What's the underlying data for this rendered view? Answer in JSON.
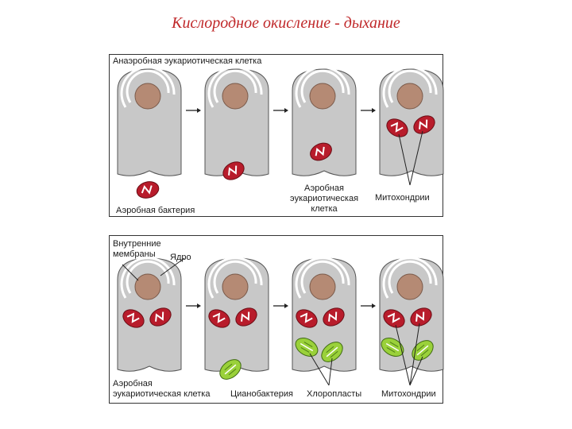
{
  "title": "Кислородное окисление - дыхание",
  "colors": {
    "title": "#c0282a",
    "cell": "#c8c8c8",
    "nucleus": "#b58a74",
    "mitochondrion": "#b81c2b",
    "chloroplast": "#9ad13a"
  },
  "panel1": {
    "label_anaerobic_cell": "Анаэробная эукариотическая клетка",
    "label_bacterium": "Аэробная бактерия",
    "label_aerobic_cell_1": "Аэробная",
    "label_aerobic_cell_2": "эукариотическая",
    "label_aerobic_cell_3": "клетка",
    "label_mitochondria": "Митохондрии"
  },
  "panel2": {
    "label_membranes_1": "Внутренние",
    "label_membranes_2": "мембраны",
    "label_nucleus": "Ядро",
    "label_aerobic_1": "Аэробная",
    "label_aerobic_2": "эукариотическая клетка",
    "label_cyanobacterium": "Цианобактерия",
    "label_chloroplasts": "Хлоропласты",
    "label_mitochondria": "Митохондрии"
  }
}
